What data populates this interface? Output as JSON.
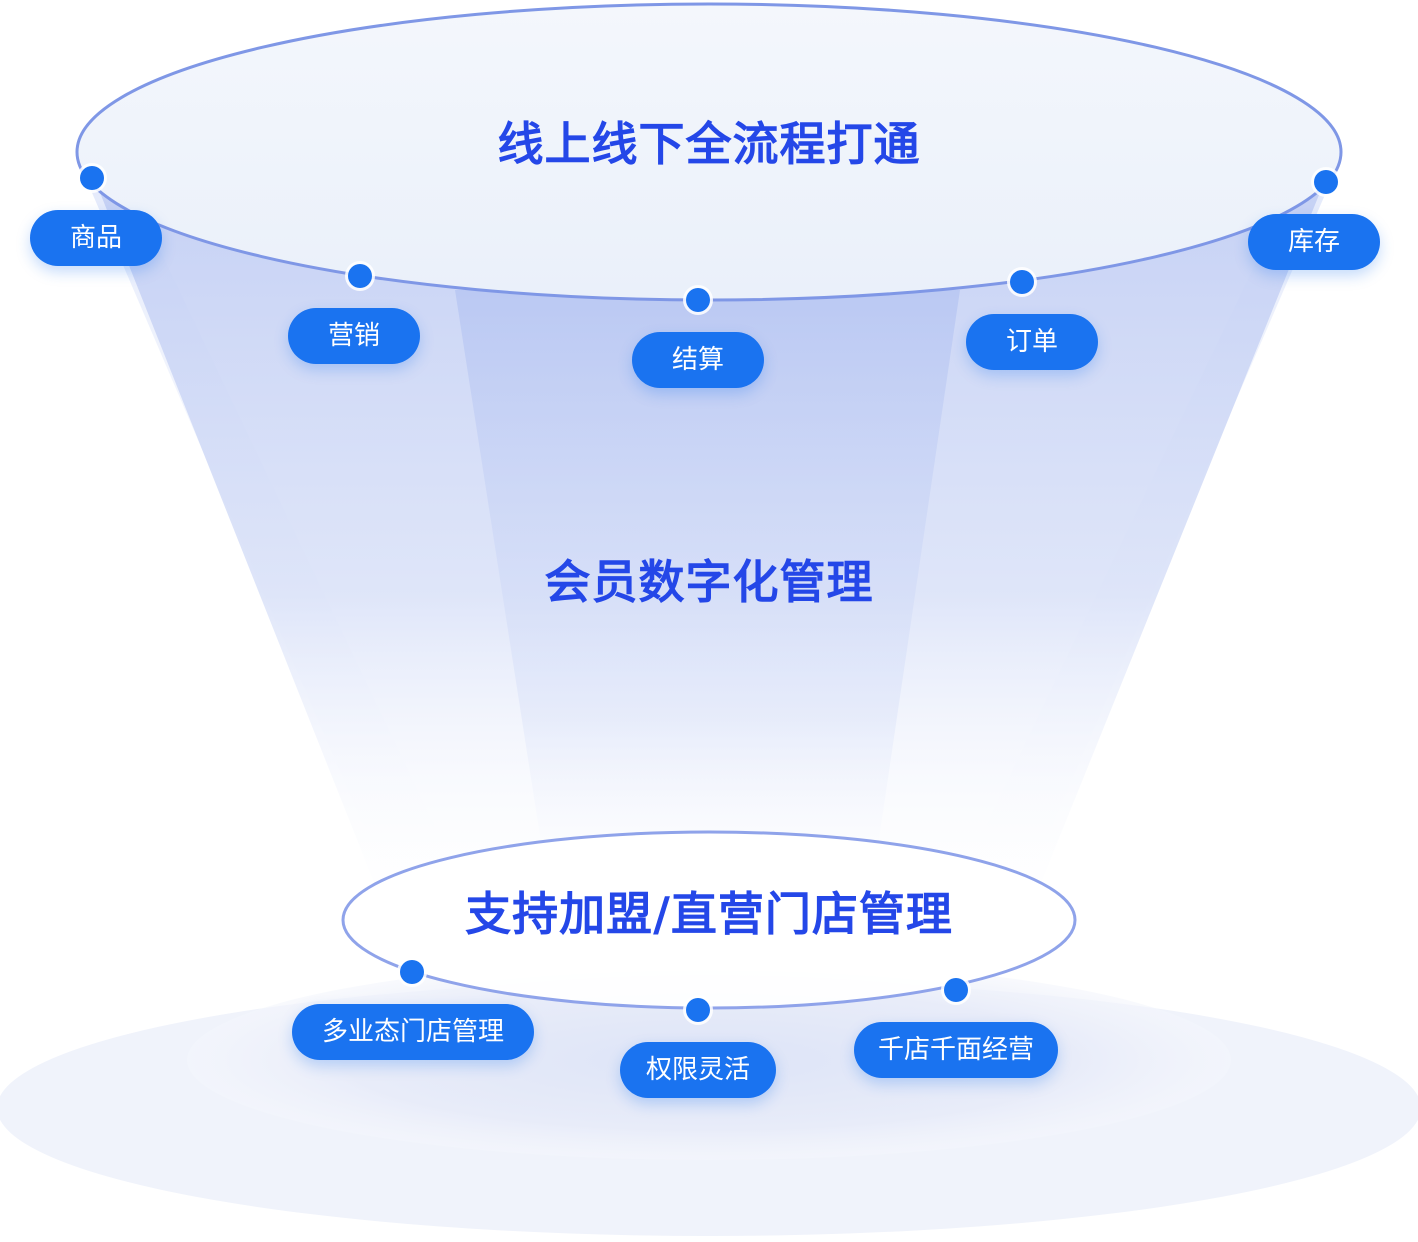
{
  "diagram": {
    "top_title": "线上线下全流程打通",
    "middle_title": "会员数字化管理",
    "bottom_title": "支持加盟/直营门店管理",
    "top_items": [
      "商品",
      "营销",
      "结算",
      "订单",
      "库存"
    ],
    "bottom_items": [
      "多业态门店管理",
      "权限灵活",
      "千店千面经营"
    ],
    "colors": {
      "accent": "#1a73f0",
      "title": "#2447e8",
      "funnel_light": "#eef2fb",
      "funnel_mid": "#c9d4f5"
    }
  }
}
